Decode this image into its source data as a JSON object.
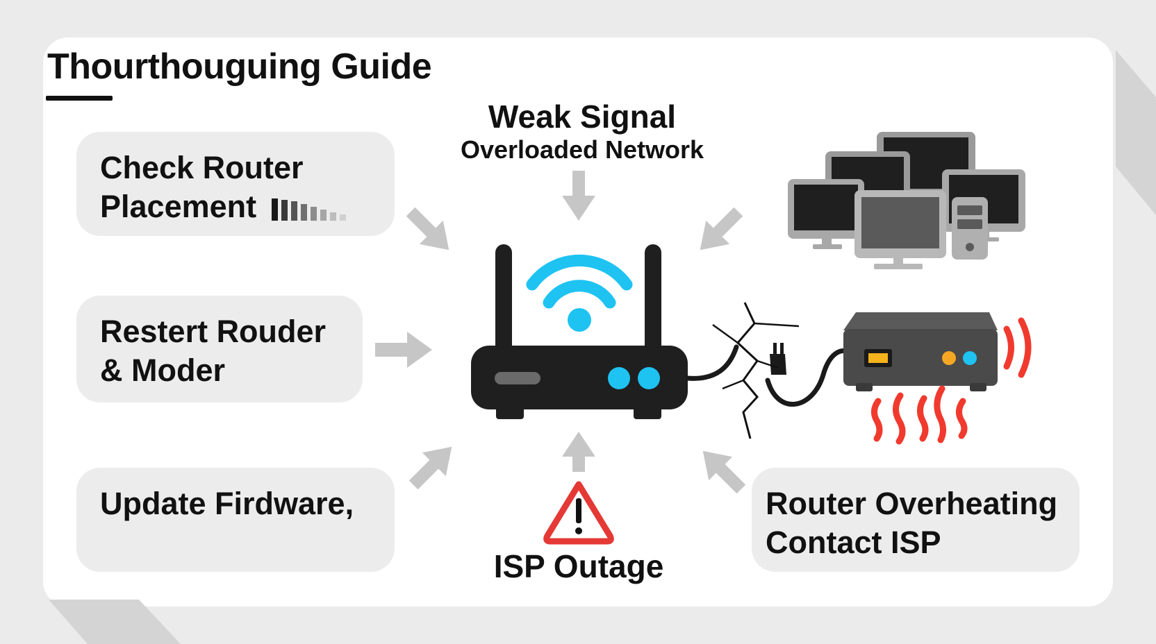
{
  "title": "Thourthouguing Guide",
  "steps": {
    "placement": {
      "line1": "Check Router",
      "line2": "Placement"
    },
    "restart": {
      "line1": "Restert Rouder",
      "line2": "& Moder"
    },
    "firmware": {
      "line1": "Update Firdware,"
    }
  },
  "issues": {
    "signal": {
      "line1": "Weak Signal",
      "line2": "Overloaded Network"
    },
    "overheating": {
      "line1": "Router Overheating",
      "line2": "Contact ISP"
    },
    "outage": {
      "label": "ISP Outage",
      "icon": "warning-triangle-icon"
    }
  },
  "icons": {
    "signal_strength": "signal-bars-icon",
    "router": "wifi-router-icon",
    "devices": "computers-icon",
    "modem": "modem-icon",
    "broken_cable": "broken-cable-icon",
    "heat": "heat-waves-icon",
    "arrow": "arrow-icon"
  },
  "colors": {
    "wifi": "#1ec3f2",
    "router_led": "#1ec3f2",
    "warning": "#e53935",
    "heat": "#f03a2e",
    "arrow": "#c6c6c6",
    "card": "#ececec",
    "modem_port": "#f5b21b",
    "modem_led_orange": "#f5a623",
    "modem_led_blue": "#1ec3f2"
  }
}
